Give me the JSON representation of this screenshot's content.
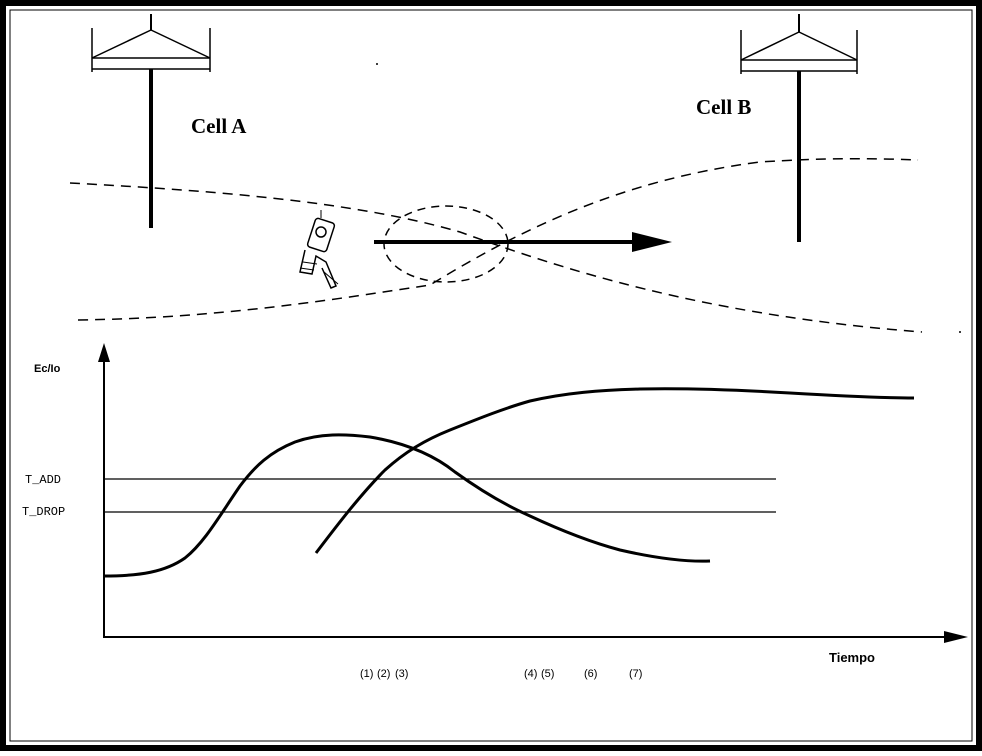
{
  "cells": {
    "a_label": "Cell A",
    "b_label": "Cell B"
  },
  "axis": {
    "y_label": "Ec/Io",
    "x_label": "Tiempo"
  },
  "thresholds": {
    "add_label": "T_ADD",
    "drop_label": "T_DROP"
  },
  "events": [
    {
      "label": "(1)"
    },
    {
      "label": "(2)"
    },
    {
      "label": "(3)"
    },
    {
      "label": "(4)"
    },
    {
      "label": "(5)"
    },
    {
      "label": "(6)"
    },
    {
      "label": "(7)"
    }
  ]
}
